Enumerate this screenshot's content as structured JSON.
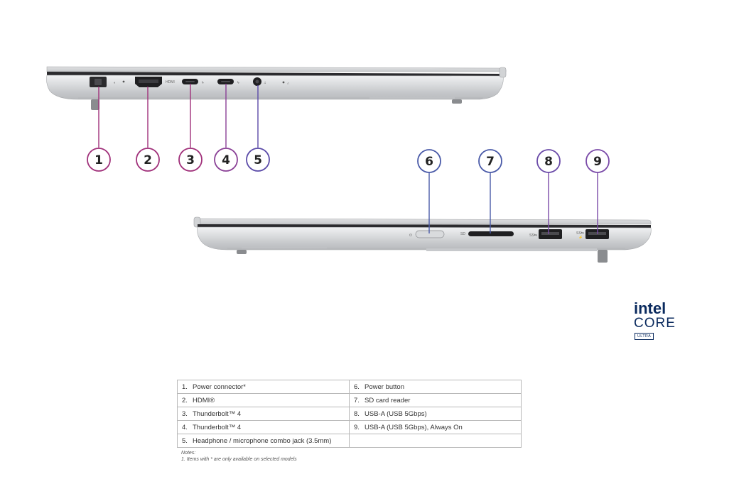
{
  "callouts": [
    "1",
    "2",
    "3",
    "4",
    "5",
    "6",
    "7",
    "8",
    "9"
  ],
  "colors": {
    "callout_left": "#a0307a",
    "callout_right": "#4a5aa8",
    "chassis_top": "#e7e8ea",
    "chassis_mid": "#c9cbce",
    "chassis_dark": "#2b2b2e",
    "intel_blue": "#0a2a5e"
  },
  "logo": {
    "brand": "intel",
    "line": "CORE",
    "badge": "ULTRA"
  },
  "port_table": [
    [
      {
        "num": "1.",
        "label": "Power connector*"
      },
      {
        "num": "6.",
        "label": "Power button"
      }
    ],
    [
      {
        "num": "2.",
        "label": "HDMI®"
      },
      {
        "num": "7.",
        "label": "SD card reader"
      }
    ],
    [
      {
        "num": "3.",
        "label": "Thunderbolt™ 4"
      },
      {
        "num": "8.",
        "label": "USB-A (USB 5Gbps)"
      }
    ],
    [
      {
        "num": "4.",
        "label": "Thunderbolt™ 4"
      },
      {
        "num": "9.",
        "label": "USB-A (USB 5Gbps), Always On"
      }
    ],
    [
      {
        "num": "5.",
        "label": "Headphone / microphone combo jack (3.5mm)"
      },
      {
        "num": "",
        "label": ""
      }
    ]
  ],
  "notes": {
    "heading": "Notes:",
    "line1": "1. Items with * are only available on selected models"
  }
}
